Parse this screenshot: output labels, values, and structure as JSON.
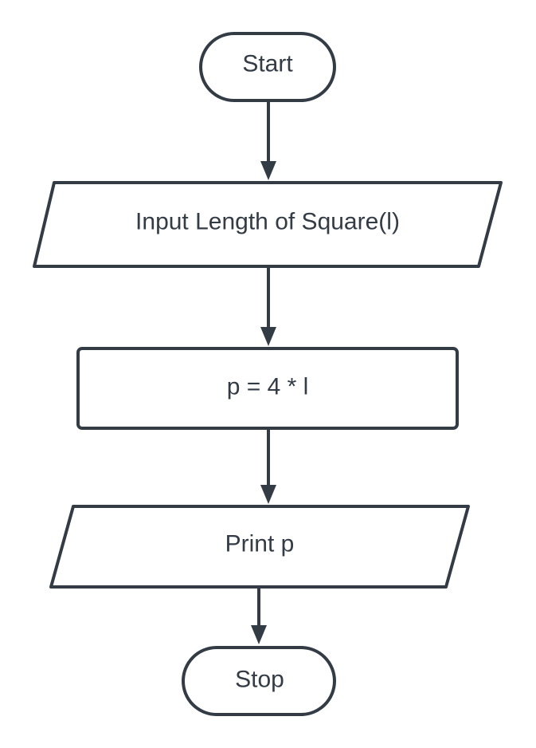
{
  "colors": {
    "stroke": "#333b45",
    "fill": "#ffffff",
    "text": "#333b45"
  },
  "nodes": {
    "start": {
      "shape": "terminator",
      "label": "Start"
    },
    "input": {
      "shape": "parallelogram",
      "label": "Input Length of Square(l)"
    },
    "process": {
      "shape": "rectangle",
      "label": "p = 4 * l"
    },
    "output": {
      "shape": "parallelogram",
      "label": "Print p"
    },
    "stop": {
      "shape": "terminator",
      "label": "Stop"
    }
  },
  "edges": [
    {
      "from": "start",
      "to": "input"
    },
    {
      "from": "input",
      "to": "process"
    },
    {
      "from": "process",
      "to": "output"
    },
    {
      "from": "output",
      "to": "stop"
    }
  ]
}
